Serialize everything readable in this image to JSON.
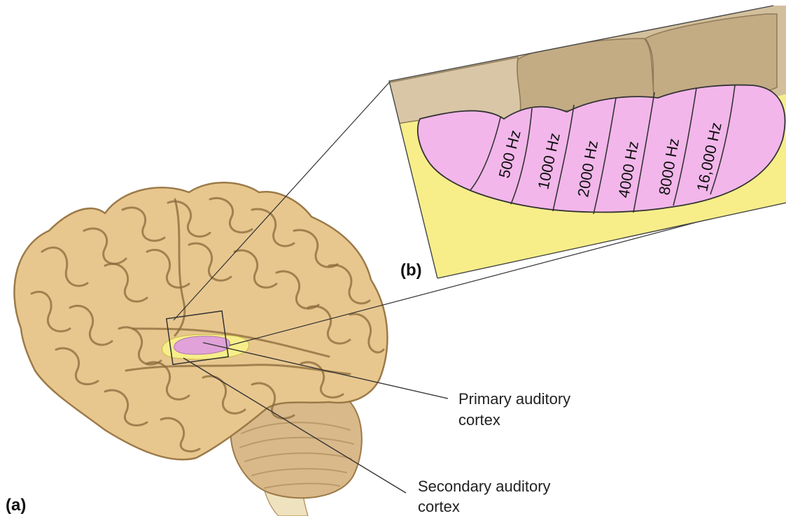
{
  "panels": {
    "a_label": "(a)",
    "b_label": "(b)"
  },
  "labels": {
    "primary": [
      "Primary auditory",
      "cortex"
    ],
    "secondary": [
      "Secondary auditory",
      "cortex"
    ]
  },
  "frequency_bands": [
    "500 Hz",
    "1000 Hz",
    "2000 Hz",
    "4000 Hz",
    "8000 Hz",
    "16,000 Hz"
  ],
  "colors": {
    "brain": "#e8c78f",
    "brain_shadow": "#c9a36a",
    "primary": "#f2b6ea",
    "secondary": "#f7ee8a",
    "gyrus_top": "#cdb89a"
  }
}
